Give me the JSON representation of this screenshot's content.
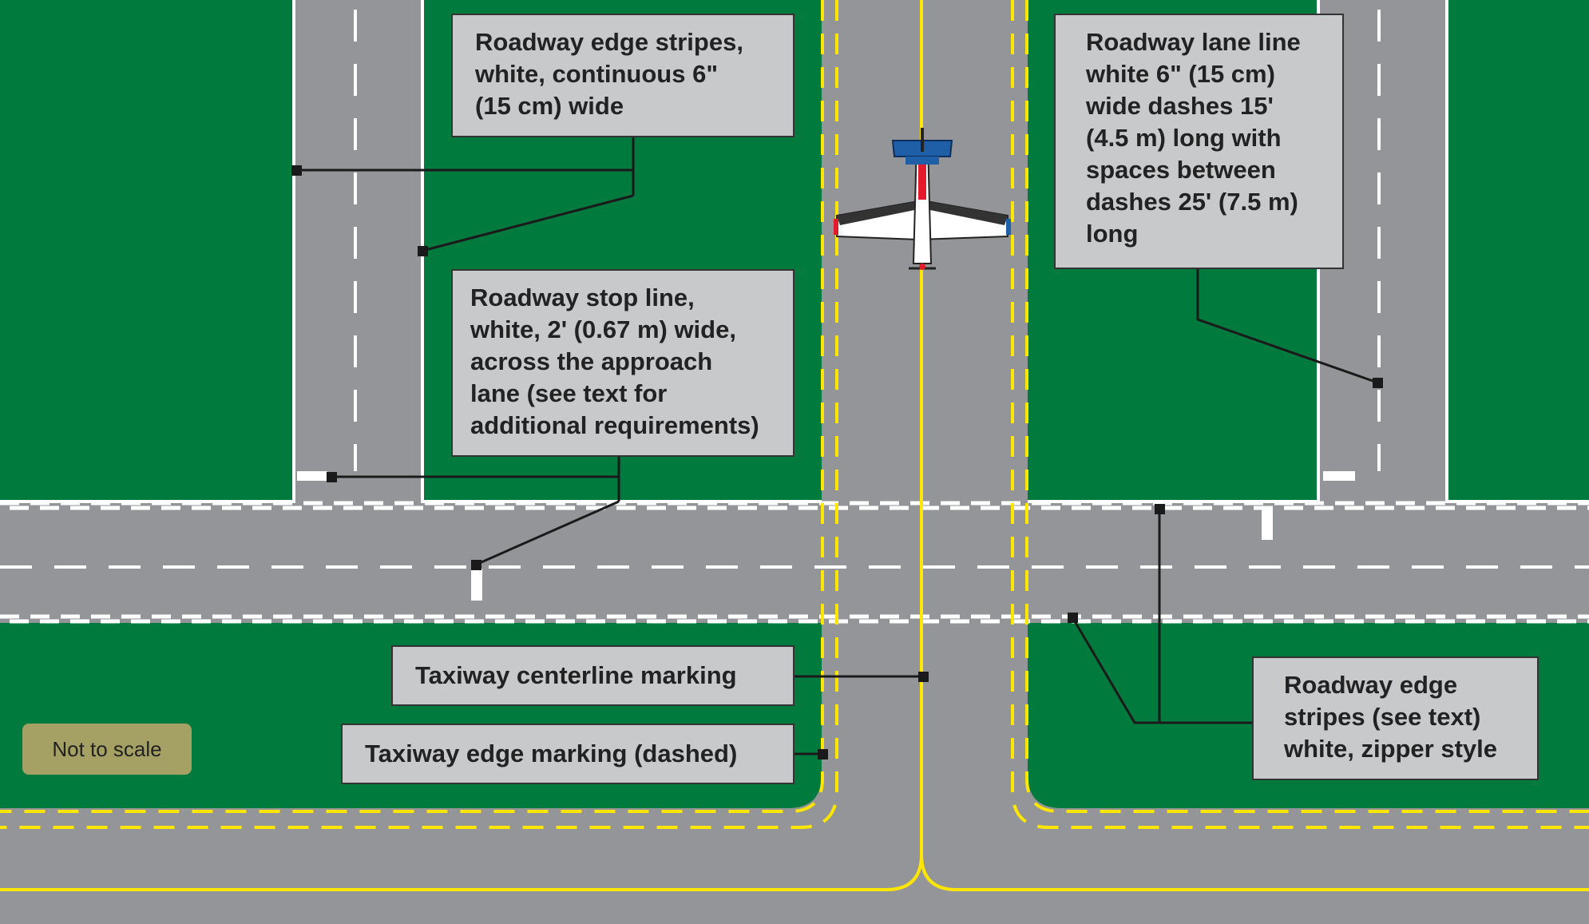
{
  "callouts": {
    "roadway_edge_stripes": [
      "Roadway edge stripes,",
      "white, continuous 6\"",
      "(15 cm) wide"
    ],
    "roadway_stop_line": [
      "Roadway stop line,",
      "white, 2' (0.67 m) wide,",
      "across the approach",
      "lane (see text for",
      "additional requirements)"
    ],
    "roadway_lane_line": [
      "Roadway lane line",
      "white 6\" (15 cm)",
      "wide dashes 15'",
      "(4.5 m) long with",
      "spaces between",
      "dashes 25' (7.5 m)",
      "long"
    ],
    "taxiway_centerline": [
      "Taxiway centerline marking"
    ],
    "taxiway_edge": [
      "Taxiway edge marking (dashed)"
    ],
    "roadway_edge_zipper": [
      "Roadway edge",
      "stripes (see text)",
      "white, zipper style"
    ]
  },
  "note": "Not to scale",
  "colors": {
    "grass": "#007a3d",
    "pavement": "#939598",
    "taxiway_yellow": "#ffe600",
    "white_marking": "#ffffff",
    "callout_box": "#c8c9cb",
    "note_box": "#a5a063",
    "leader": "#1a1a1a",
    "aircraft_blue": "#1f5fa8"
  },
  "icons": {
    "aircraft": "airplane-top-view-icon"
  }
}
